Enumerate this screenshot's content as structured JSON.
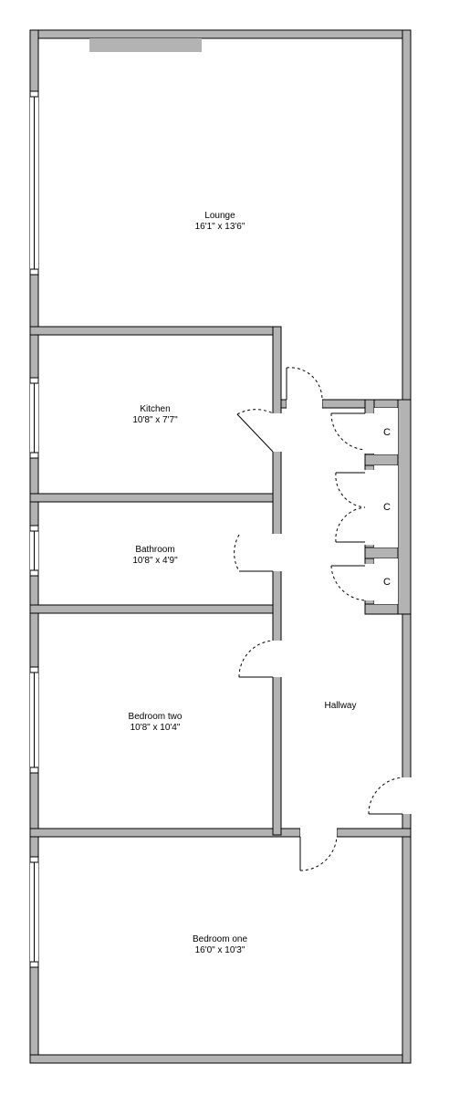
{
  "rooms": {
    "lounge": {
      "name": "Lounge",
      "size": "16'1\" x 13'6\""
    },
    "kitchen": {
      "name": "Kitchen",
      "size": "10'8\" x 7'7\""
    },
    "bathroom": {
      "name": "Bathroom",
      "size": "10'8\" x 4'9\""
    },
    "bedroom_two": {
      "name": "Bedroom two",
      "size": "10'8\" x 10'4\""
    },
    "hallway": {
      "name": "Hallway"
    },
    "bedroom_one": {
      "name": "Bedroom one",
      "size": "16'0\" x 10'3\""
    }
  },
  "cupboards": [
    {
      "label": "C"
    },
    {
      "label": "C"
    },
    {
      "label": "C"
    }
  ]
}
